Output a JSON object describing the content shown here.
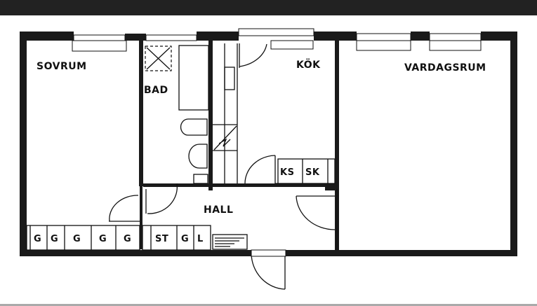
{
  "plan": {
    "rooms": {
      "sovrum": "SOVRUM",
      "bad": "BAD",
      "kok": "KÖK",
      "vardagsrum": "VARDAGSRUM",
      "hall": "HALL"
    },
    "kitchen_units": [
      "KS",
      "SK"
    ],
    "bedroom_closets": [
      "G",
      "G",
      "G",
      "G",
      "G"
    ],
    "hall_closets": [
      "ST",
      "G",
      "L"
    ]
  }
}
